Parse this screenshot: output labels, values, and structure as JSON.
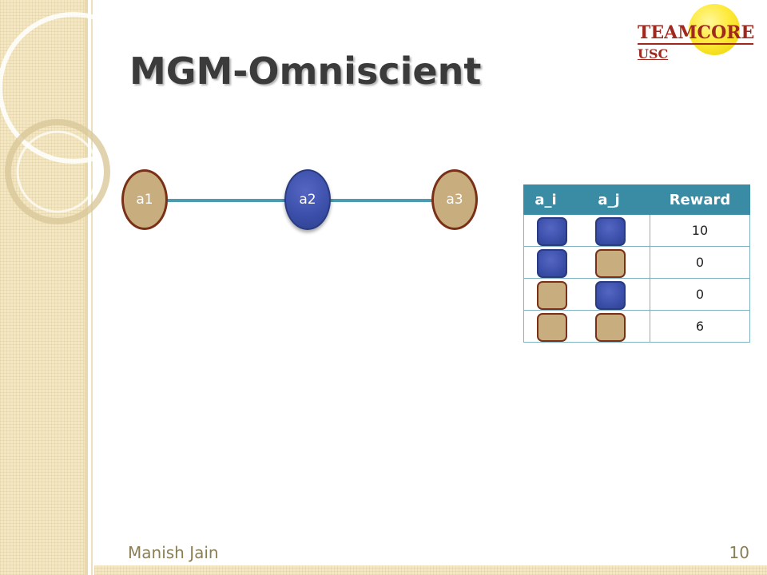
{
  "slide": {
    "title": "MGM-Omniscient",
    "footer_author": "Manish Jain",
    "page_number": "10"
  },
  "logo": {
    "team_text": "TEAMCORE",
    "org_text": "USC",
    "sun_color": "#ffea3a",
    "text_color": "#a0291f"
  },
  "graph": {
    "nodes": [
      {
        "label": "a1",
        "state": "tan"
      },
      {
        "label": "a2",
        "state": "blue"
      },
      {
        "label": "a3",
        "state": "tan"
      }
    ],
    "edges": [
      [
        "a1",
        "a2"
      ],
      [
        "a2",
        "a3"
      ]
    ],
    "colors": {
      "blue": "#3a4ea8",
      "tan": "#c8ad7e",
      "edge": "#4e9ab0",
      "border": "#7a3017"
    }
  },
  "reward_table": {
    "headers": [
      "a_i",
      "a_j",
      "Reward"
    ],
    "rows": [
      {
        "a_i": "blue",
        "a_j": "blue",
        "reward": "10"
      },
      {
        "a_i": "blue",
        "a_j": "tan",
        "reward": "0"
      },
      {
        "a_i": "tan",
        "a_j": "blue",
        "reward": "0"
      },
      {
        "a_i": "tan",
        "a_j": "tan",
        "reward": "6"
      }
    ],
    "header_color": "#3a8ca5"
  }
}
